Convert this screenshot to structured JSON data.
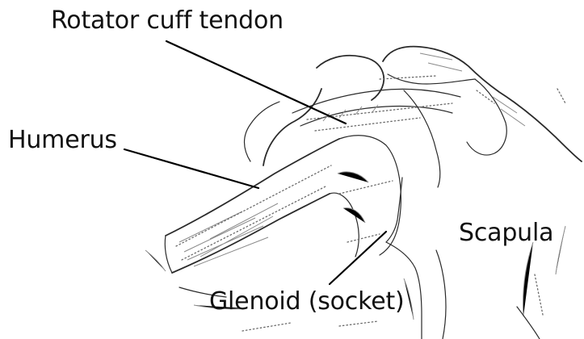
{
  "diagram": {
    "labels": {
      "rotator_cuff": "Rotator cuff tendon",
      "humerus": "Humerus",
      "scapula": "Scapula",
      "glenoid": "Glenoid (socket)"
    }
  }
}
